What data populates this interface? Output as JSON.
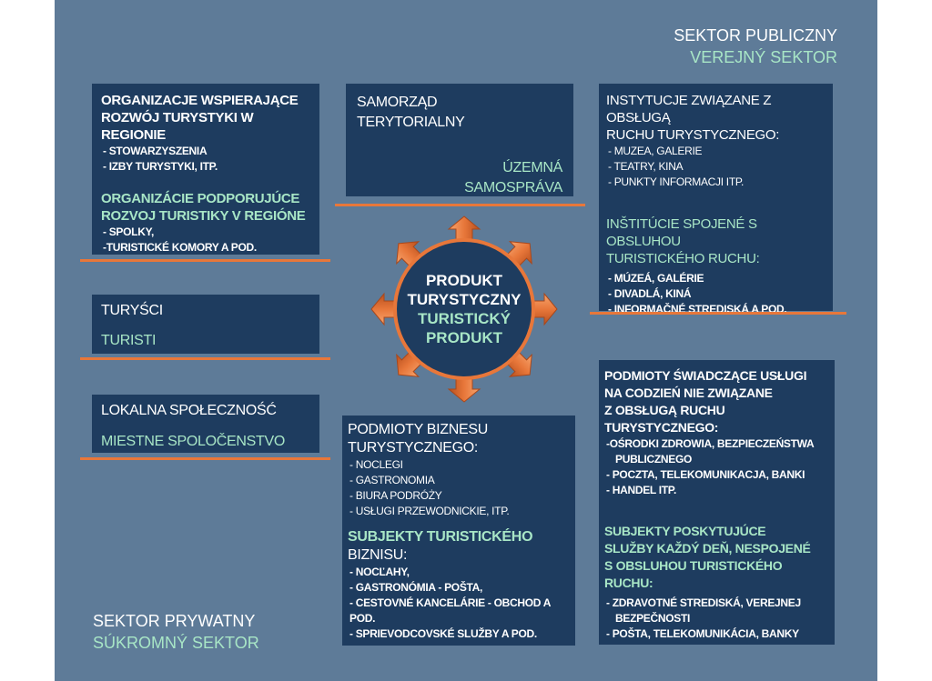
{
  "sectors": {
    "public_pl": "SEKTOR PUBLICZNY",
    "public_sk": "VEREJNÝ SEKTOR",
    "private_pl": "SEKTOR PRYWATNY",
    "private_sk": "SÚKROMNÝ SEKTOR"
  },
  "center": {
    "line1": "PRODUKT",
    "line2": "TURYSTYCZNY",
    "line3": "TURISTICKÝ",
    "line4": "PRODUKT"
  },
  "boxes": {
    "organizacje": {
      "pl_lines": [
        "ORGANIZACJE WSPIERAJĄCE",
        "ROZWÓJ TURYSTYKI W REGIONIE"
      ],
      "pl_items": [
        "- STOWARZYSZENIA",
        "- IZBY TURYSTYKI, ITP."
      ],
      "sk_lines": [
        "ORGANIZÁCIE PODPORUJÚCE",
        "ROZVOJ TURISTIKY V REGIÓNE"
      ],
      "sk_items": [
        "- SPOLKY,",
        "-TURISTICKÉ KOMORY A POD."
      ]
    },
    "samorzad": {
      "pl_lines": [
        "SAMORZĄD",
        "TERYTORIALNY"
      ],
      "sk_lines": [
        "ÚZEMNÁ",
        "SAMOSPRÁVA"
      ]
    },
    "instytucje": {
      "pl_lines": [
        "INSTYTUCJE ZWIĄZANE Z OBSŁUGĄ",
        "RUCHU TURYSTYCZNEGO:"
      ],
      "pl_items": [
        "- MUZEA, GALERIE",
        "- TEATRY, KINA",
        "- PUNKTY INFORMACJI ITP."
      ],
      "sk_lines": [
        "INŠTITÚCIE SPOJENÉ S OBSLUHOU",
        "TURISTICKÉHO RUCHU:"
      ],
      "sk_items": [
        "- MÚZEÁ, GALÉRIE",
        "- DIVADLÁ, KINÁ",
        "- INFORMAČNÉ STREDISKÁ A POD."
      ]
    },
    "turysci": {
      "pl": "TURYŚCI",
      "sk": "TURISTI"
    },
    "lokalna": {
      "pl": "LOKALNA SPOŁECZNOŚĆ",
      "sk": "MIESTNE SPOLOČENSTVO"
    },
    "biznes": {
      "pl_lines": [
        "PODMIOTY BIZNESU",
        "TURYSTYCZNEGO:"
      ],
      "pl_items": [
        "- NOCLEGI",
        "- GASTRONOMIA",
        "- BIURA PODRÓŻY",
        "- USŁUGI PRZEWODNICKIE, ITP."
      ],
      "sk_lines": [
        "SUBJEKTY TURISTICKÉHO",
        "BIZNISU:"
      ],
      "sk_items": [
        "- NOCĽAHY,",
        "- GASTRONÓMIA - POŠTA,",
        "- CESTOVNÉ KANCELÁRIE - OBCHOD A POD.",
        "- SPRIEVODCOVSKÉ SLUŽBY A POD."
      ]
    },
    "podmioty": {
      "pl_lines": [
        "PODMIOTY ŚWIADCZĄCE USŁUGI",
        "NA CODZIEŃ NIE ZWIĄZANE",
        "Z OBSŁUGĄ RUCHU TURYSTYCZNEGO:"
      ],
      "pl_items": [
        "-OŚRODKI ZDROWIA, BEZPIECZEŃSTWA",
        "  PUBLICZNEGO",
        "- POCZTA, TELEKOMUNIKACJA, BANKI",
        "- HANDEL ITP."
      ],
      "sk_lines": [
        "SUBJEKTY POSKYTUJÚCE",
        "SLUŽBY KAŽDÝ DEŇ, NESPOJENÉ",
        "S OBSLUHOU TURISTICKÉHO RUCHU:"
      ],
      "sk_items": [
        "- ZDRAVOTNÉ STREDISKÁ, VEREJNEJ",
        "  BEZPEČNOSTI",
        "- POŠTA, TELEKOMUNIKÁCIA, BANKY"
      ]
    }
  },
  "colors": {
    "background": "#5e7b98",
    "box": "#1e3c5f",
    "accent": "#e8773a",
    "green_text": "#a8e6c6"
  }
}
